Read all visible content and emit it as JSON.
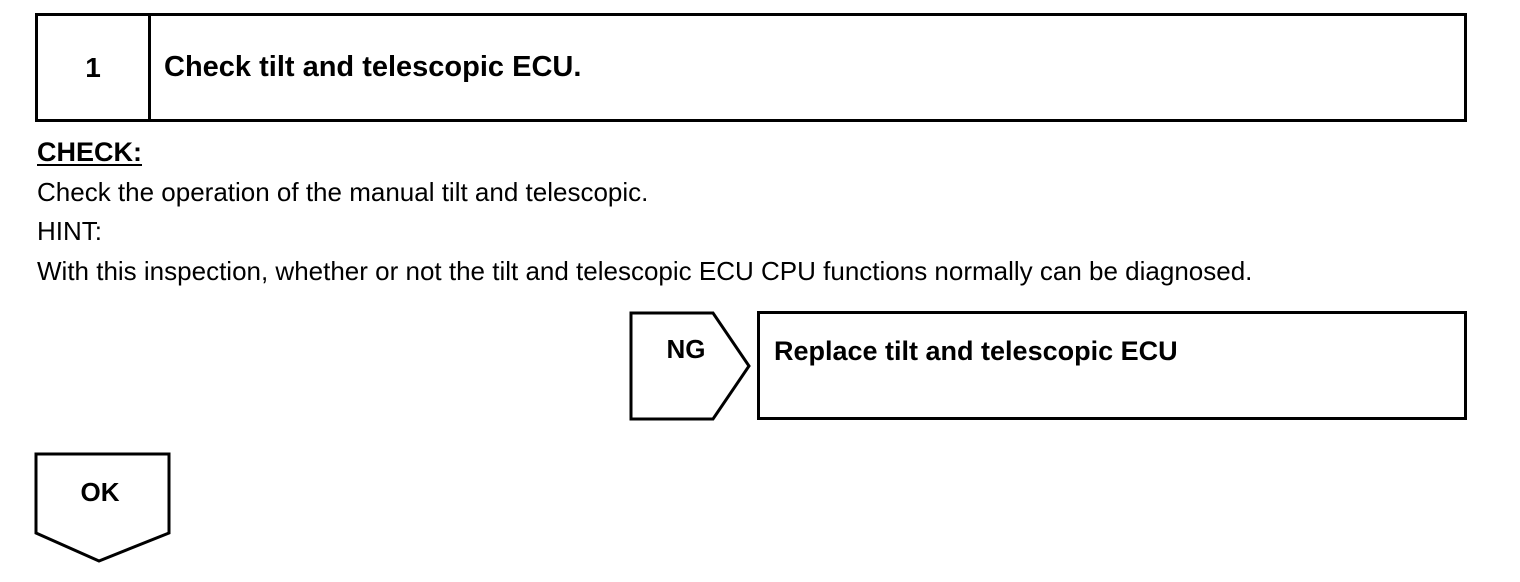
{
  "step": {
    "number": "1",
    "title": "Check tilt and telescopic ECU."
  },
  "check": {
    "heading": "CHECK:",
    "instruction": "Check the operation of the manual tilt and telescopic.",
    "hint_label": "HINT:",
    "hint_text": "With this inspection, whether or not the tilt and telescopic ECU CPU functions normally can be diagnosed."
  },
  "ng_branch": {
    "label": "NG",
    "action": "Replace tilt and telescopic ECU"
  },
  "ok_branch": {
    "label": "OK"
  }
}
